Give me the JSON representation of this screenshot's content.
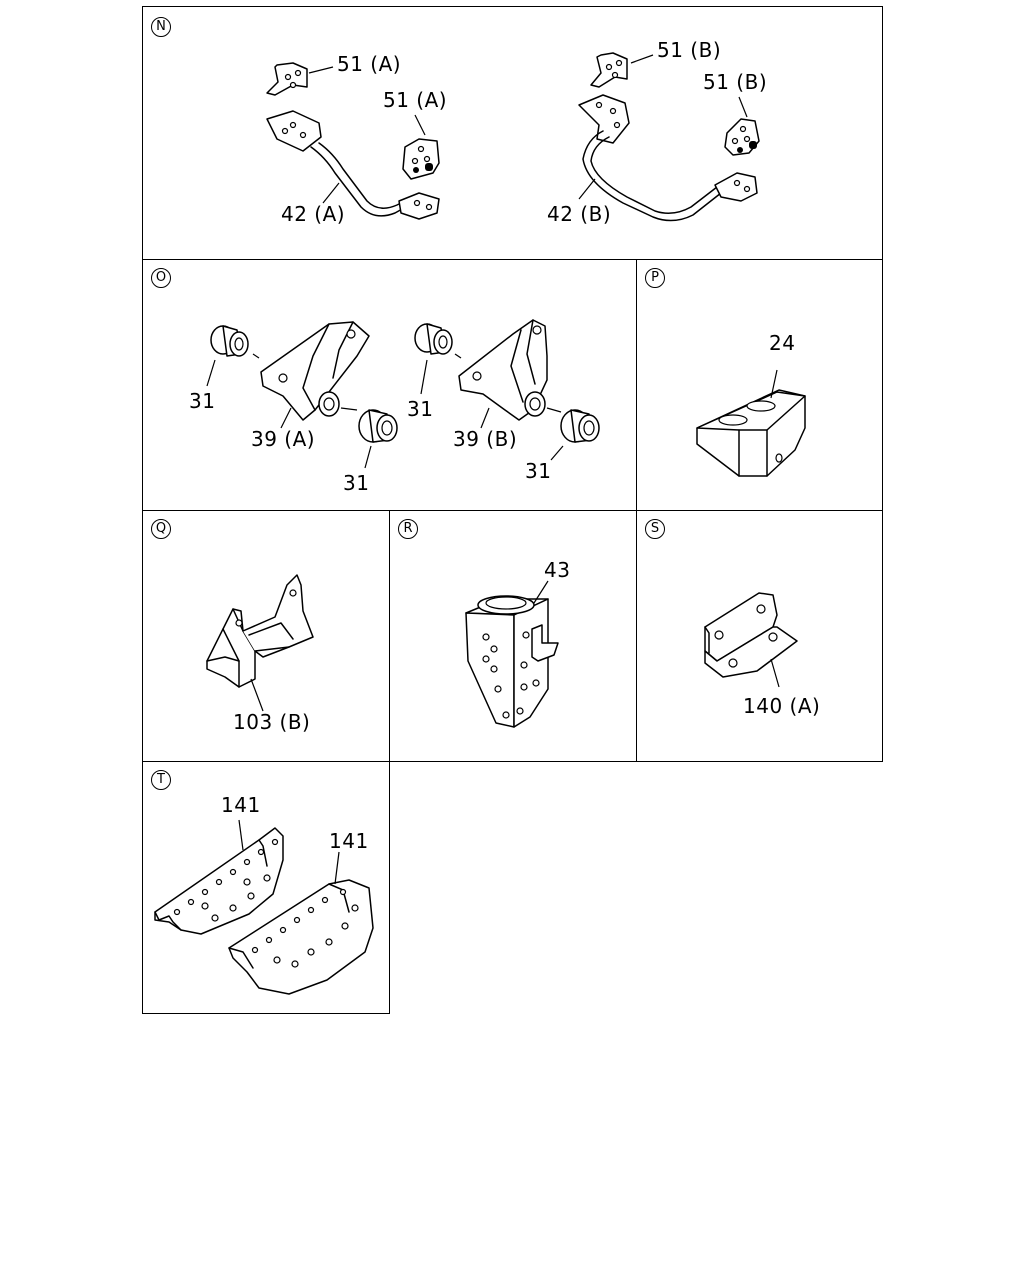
{
  "panels": {
    "N": {
      "badge": "N",
      "labels": {
        "l1": "51 (A)",
        "l2": "51 (A)",
        "l3": "42 (A)",
        "l4": "51 (B)",
        "l5": "51 (B)",
        "l6": "42 (B)"
      }
    },
    "O": {
      "badge": "O",
      "labels": {
        "l1": "31",
        "l2": "39 (A)",
        "l3": "31",
        "l4": "31",
        "l5": "39 (B)",
        "l6": "31"
      }
    },
    "P": {
      "badge": "P",
      "labels": {
        "l1": "24"
      }
    },
    "Q": {
      "badge": "Q",
      "labels": {
        "l1": "103 (B)"
      }
    },
    "R": {
      "badge": "R",
      "labels": {
        "l1": "43"
      }
    },
    "S": {
      "badge": "S",
      "labels": {
        "l1": "140 (A)"
      }
    },
    "T": {
      "badge": "T",
      "labels": {
        "l1": "141",
        "l2": "141"
      }
    }
  }
}
